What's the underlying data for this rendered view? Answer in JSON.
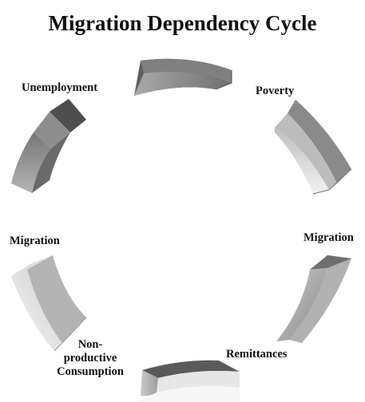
{
  "title": "Migration Dependency Cycle",
  "cycle": {
    "nodes": [
      {
        "id": "unemployment",
        "label": "Unemployment"
      },
      {
        "id": "poverty",
        "label": "Poverty"
      },
      {
        "id": "migration_right",
        "label": "Migration"
      },
      {
        "id": "remittances",
        "label": "Remittances"
      },
      {
        "id": "consumption",
        "label": "Non-productive Consumption",
        "lines": [
          "Non-",
          "productive",
          "Consumption"
        ]
      },
      {
        "id": "migration_left",
        "label": "Migration"
      }
    ],
    "segment_colors": {
      "dark": "#5e5e5e",
      "mid": "#9a9a9a",
      "light": "#d9d9d9"
    }
  }
}
